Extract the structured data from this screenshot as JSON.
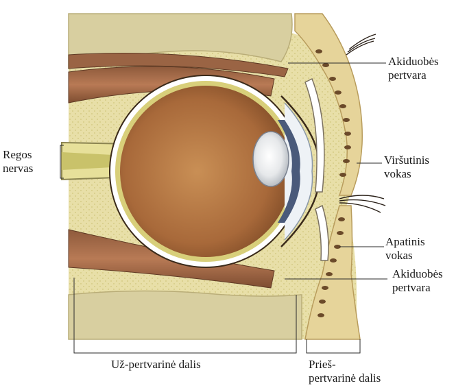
{
  "labels": {
    "orbital_septum_top_1": "Akiduobės",
    "orbital_septum_top_2": "pertvara",
    "optic_nerve_1": "Regos",
    "optic_nerve_2": "nervas",
    "upper_eyelid_1": "Viršutinis",
    "upper_eyelid_2": "vokas",
    "lower_eyelid_1": "Apatinis",
    "lower_eyelid_2": "vokas",
    "orbital_septum_bottom_1": "Akiduobės",
    "orbital_septum_bottom_2": "pertvara",
    "postseptal": "Už-pertvarinė dalis",
    "preseptal_1": "Prieš-",
    "preseptal_2": "pertvarinė dalis"
  }
}
